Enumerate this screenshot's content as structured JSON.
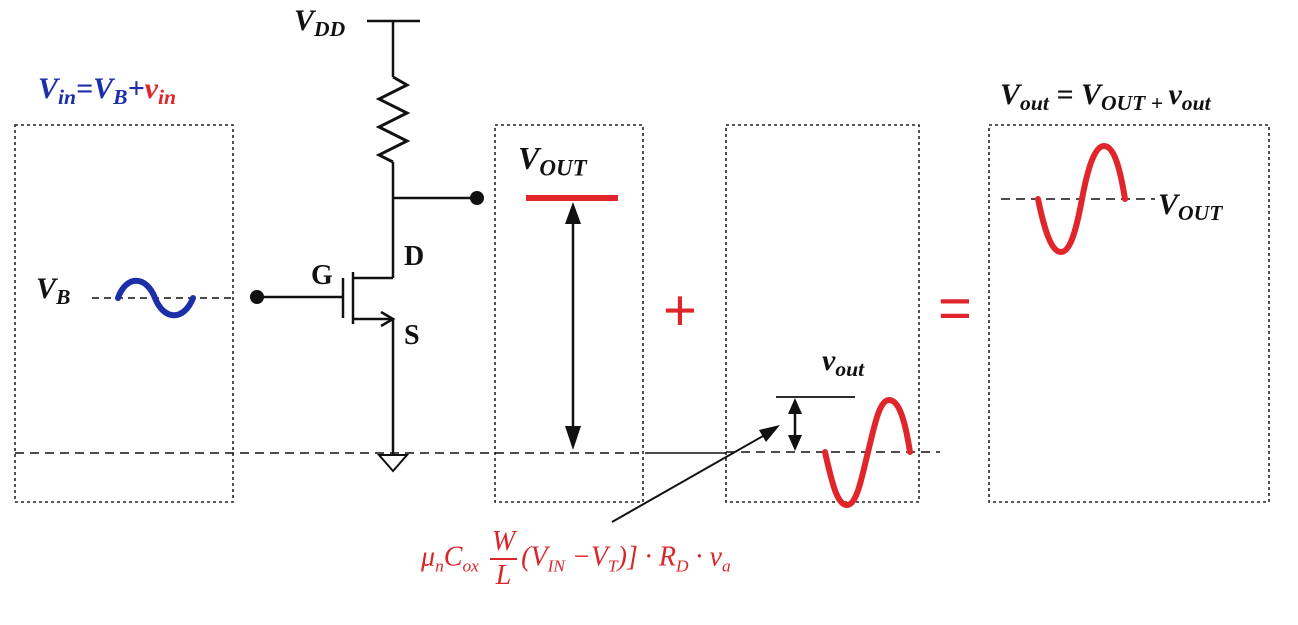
{
  "labels": {
    "vdd": {
      "main": "V",
      "sub": "DD"
    },
    "vin_eq": {
      "lhs_main": "V",
      "lhs_sub": "in",
      "eq": "=",
      "vb_main": "V",
      "vb_sub": "B",
      "plus": "+",
      "vin_main": "v",
      "vin_sub": "in"
    },
    "vb": {
      "main": "V",
      "sub": "B"
    },
    "gate": "G",
    "drain": "D",
    "source": "S",
    "vout_dc": {
      "main": "V",
      "sub": "OUT"
    },
    "vout_ac": {
      "main": "v",
      "sub": "out"
    },
    "vout_total": {
      "lhs_main": "V",
      "lhs_sub": "out",
      "eq": " = ",
      "dc_main": "V",
      "dc_sub": "OUT + ",
      "ac_main": "v",
      "ac_sub": "out"
    },
    "vout_right": {
      "main": "V",
      "sub": "OUT"
    }
  },
  "operators": {
    "plus": "+",
    "equals": "="
  },
  "formula": {
    "mu": "μ",
    "mu_sub": "n",
    "c": "C",
    "c_sub": "ox",
    "frac_num": "W",
    "frac_den": "L",
    "paren_open": "(",
    "vin": "V",
    "vin_sub": "IN",
    "minus": " −",
    "vt": "V",
    "vt_sub": "T",
    "tail": ")] · ",
    "rd": "R",
    "rd_sub": "D",
    "dot": " · ",
    "va": "v",
    "va_sub": "a"
  },
  "colors": {
    "blue": "#1c2fa8",
    "red": "#e0262a",
    "black": "#111111"
  }
}
